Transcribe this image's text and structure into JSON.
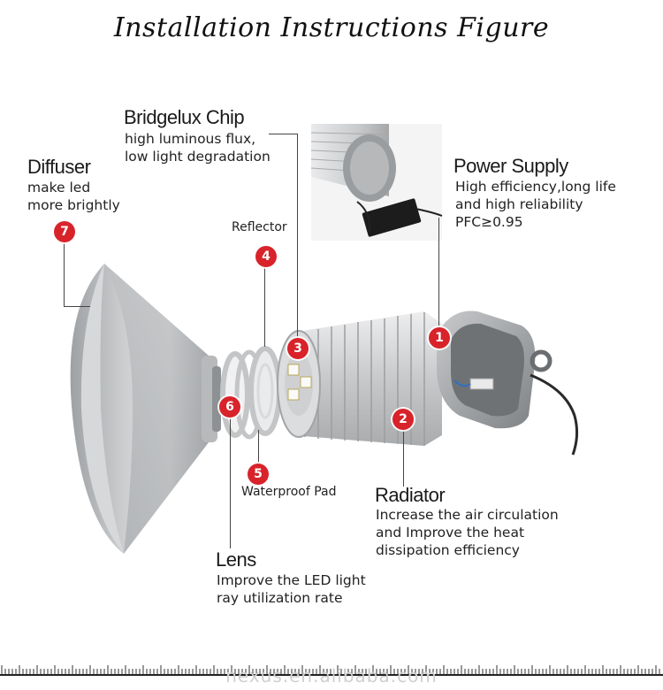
{
  "title": "Installation Instructions Figure",
  "components": [
    {
      "num": "1",
      "name": "Power Supply",
      "desc": [
        "High efficiency,long life",
        "and high reliability",
        "PFC≥0.95"
      ]
    },
    {
      "num": "2",
      "name": "Radiator",
      "desc": [
        "Increase the air circulation",
        "and Improve the heat",
        "dissipation efficiency"
      ]
    },
    {
      "num": "3",
      "name": "Bridgelux Chip",
      "desc": [
        "high luminous flux,",
        "low light degradation"
      ]
    },
    {
      "num": "4",
      "name": "Reflector",
      "desc": []
    },
    {
      "num": "5",
      "name": "Waterproof Pad",
      "desc": []
    },
    {
      "num": "6",
      "name": "Lens",
      "desc": [
        "Improve the LED light",
        "ray utilization rate"
      ]
    },
    {
      "num": "7",
      "name": "Diffuser",
      "desc": [
        "make led",
        "more brightly"
      ]
    }
  ],
  "watermark": "nexus.en.alibaba.com",
  "colors": {
    "badge": "#d8232a",
    "line": "#444444"
  }
}
